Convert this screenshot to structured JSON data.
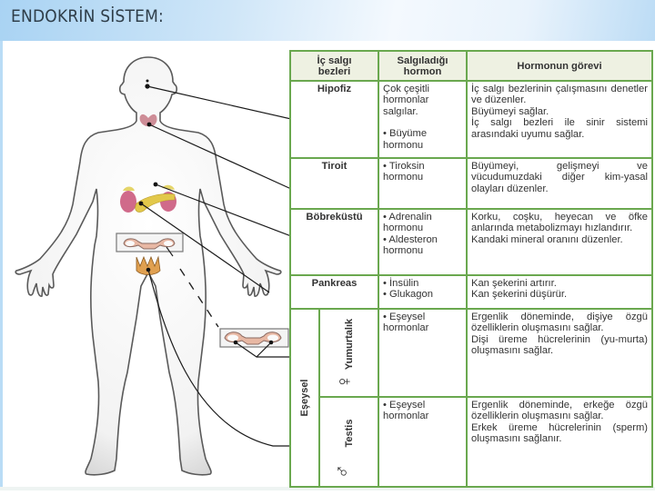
{
  "header": {
    "title": "ENDOKRİN SİSTEM:"
  },
  "colors": {
    "table_border": "#6aa84f",
    "header_bg": "#eef1e2",
    "title_bg": "#a9d3f3"
  },
  "table": {
    "headers": [
      "İç salgı bezleri",
      "Salgıladığı hormon",
      "Hormonun görevi"
    ],
    "header_lines": {
      "col1": [
        "İç salgı",
        "bezleri"
      ],
      "col2": [
        "Salgıladığı",
        "hormon"
      ],
      "col3": [
        "Hormonun görevi"
      ]
    },
    "rows": [
      {
        "gland": "Hipofiz",
        "hormone_intro": "Çok çeşitli hormonlar salgılar.",
        "hormones": [
          "Büyüme hormonu"
        ],
        "functions": [
          "İç salgı bezlerinin çalışmasını denetler ve düzenler.",
          "Büyümeyi sağlar.",
          "İç salgı bezleri ile sinir sistemi arasındaki uyumu sağlar."
        ]
      },
      {
        "gland": "Tiroit",
        "hormones": [
          "Tiroksin hormonu"
        ],
        "functions": [
          "Büyümeyi, gelişmeyi ve vücudumuzdaki diğer kim-yasal olayları düzenler."
        ]
      },
      {
        "gland": "Böbreküstü",
        "hormones": [
          "Adrenalin hormonu",
          "Aldesteron hormonu"
        ],
        "functions": [
          "Korku, coşku, heyecan ve öfke anlarında metabolizmayı hızlandırır.",
          "Kandaki mineral oranını düzenler."
        ]
      },
      {
        "gland": "Pankreas",
        "hormones": [
          "İnsülin",
          "Glukagon"
        ],
        "functions": [
          "Kan şekerini artırır.",
          "Kan şekerini düşürür."
        ]
      }
    ],
    "sex_group": {
      "label": "Eşeysel",
      "rows": [
        {
          "gland": "Yumurtalık",
          "symbol": "♀",
          "hormones": [
            "Eşeysel hormonlar"
          ],
          "functions": [
            "Ergenlik döneminde, dişiye özgü özelliklerin oluşmasını sağlar.",
            "Dişi üreme hücrelerinin (yu-murta) oluşmasını sağlar."
          ]
        },
        {
          "gland": "Testis",
          "symbol": "♂",
          "hormones": [
            "Eşeysel hormonlar"
          ],
          "functions": [
            "Ergenlik döneminde, erkeğe özgü özelliklerin oluşmasını sağlar.",
            "Erkek üreme hücrelerinin (sperm) oluşmasını sağlanır."
          ]
        }
      ]
    }
  },
  "figure": {
    "label": "human-body-endocrine-diagram",
    "organs": [
      "hipofiz",
      "tiroit",
      "böbreküstü",
      "pankreas",
      "yumurtalık",
      "testis"
    ]
  }
}
